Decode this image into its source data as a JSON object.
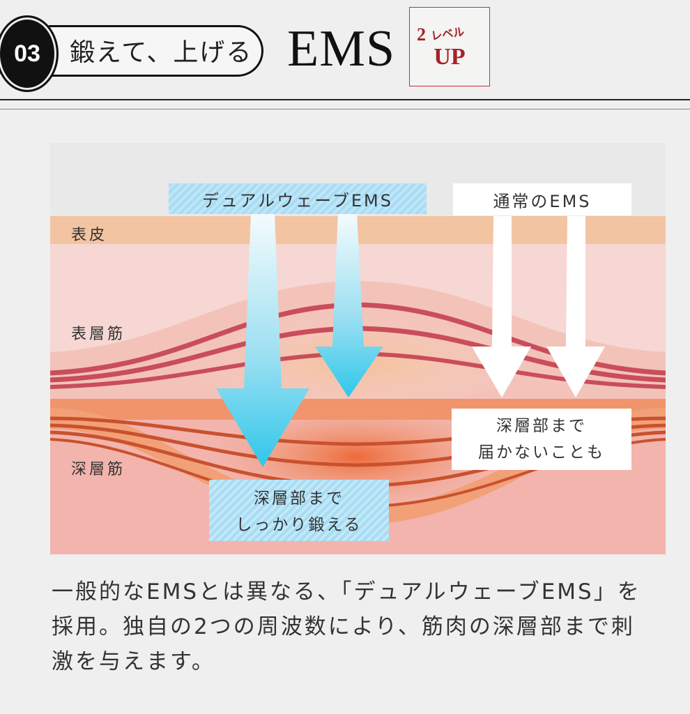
{
  "header": {
    "number": "03",
    "title": "鍛えて、上げる",
    "heading": "EMS",
    "badge": {
      "num": "2",
      "small": "レベル",
      "big": "UP"
    }
  },
  "diagram": {
    "layers": {
      "epidermis": "表皮",
      "surface_muscle": "表層筋",
      "deep_muscle": "深層筋"
    },
    "dual_wave_label": "デュアルウェーブEMS",
    "normal_label": "通常のEMS",
    "dual_result": [
      "深層部まで",
      "しっかり鍛える"
    ],
    "normal_result": [
      "深層部まで",
      "届かないことも"
    ]
  },
  "description": "一般的なEMSとは異なる、「デュアルウェーブEMS」を採用。独自の2つの周波数により、筋肉の深層部まで刺激を与えます。"
}
